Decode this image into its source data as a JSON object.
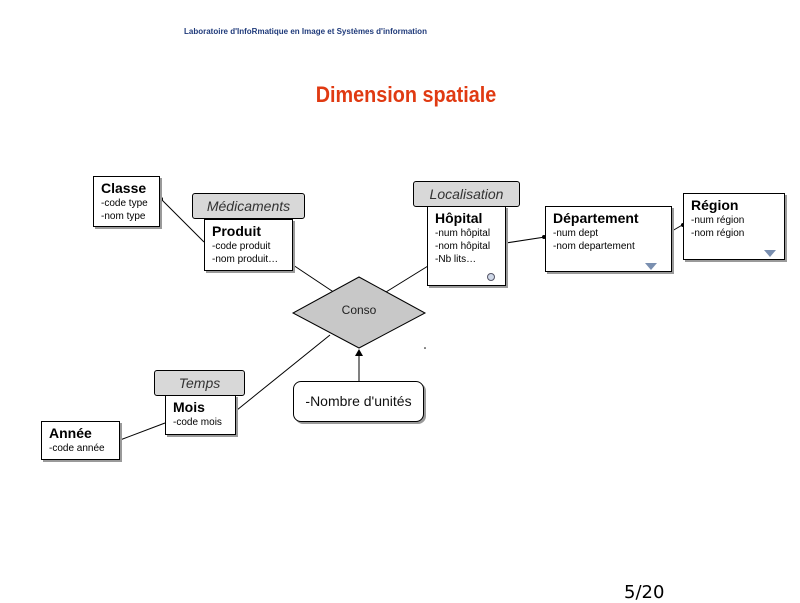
{
  "header": {
    "lab_name": "Laboratoire d'InfoRmatique en Image et Systèmes d'information"
  },
  "slide": {
    "title": "Dimension spatiale",
    "page": "5/20"
  },
  "dimensions": {
    "medicaments": "Médicaments",
    "localisation": "Localisation",
    "temps": "Temps"
  },
  "entities": {
    "classe": {
      "name": "Classe",
      "attrs": [
        "code type",
        "nom type"
      ]
    },
    "produit": {
      "name": "Produit",
      "attrs": [
        "code produit",
        "nom produit…"
      ]
    },
    "hopital": {
      "name": "Hôpital",
      "attrs": [
        "num hôpital",
        "nom hôpital",
        "Nb lits…"
      ]
    },
    "departement": {
      "name": "Département",
      "attrs": [
        "num dept",
        "nom departement"
      ]
    },
    "region": {
      "name": "Région",
      "attrs": [
        "num région",
        "nom région"
      ]
    },
    "mois": {
      "name": "Mois",
      "attrs": [
        "code mois"
      ]
    },
    "annee": {
      "name": "Année",
      "attrs": [
        "code année"
      ]
    }
  },
  "fact": {
    "name": "Conso",
    "measure": "-Nombre d'unités"
  },
  "icons": {
    "triangle": "triangle-down-icon",
    "search": "search-icon"
  },
  "colors": {
    "title": "#e03a12",
    "header": "#1f3a7a",
    "diamond": "#c8c8c8",
    "dim_label": "#d8d8d8"
  }
}
